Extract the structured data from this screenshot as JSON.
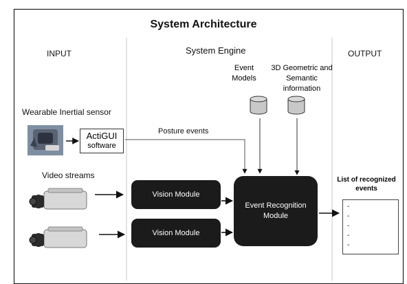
{
  "title": "System Architecture",
  "columns": {
    "input": "INPUT",
    "engine": "System Engine",
    "output": "OUTPUT"
  },
  "inputs": {
    "sensor_label": "Wearable Inertial sensor",
    "actigui_line1": "ActiGUI",
    "actigui_line2": "software",
    "video_label": "Video streams"
  },
  "engine": {
    "posture_label": "Posture events",
    "event_models_line1": "Event",
    "event_models_line2": "Models",
    "geo_line1": "3D Geometric and",
    "geo_line2": "Semantic",
    "geo_line3": "information",
    "vision_module_1": "Vision Module",
    "vision_module_2": "Vision Module",
    "event_recognition_line1": "Event Recognition",
    "event_recognition_line2": "Module"
  },
  "output": {
    "list_title_line1": "List of recognized",
    "list_title_line2": "events",
    "list_items": [
      "-",
      "-",
      "-",
      "-",
      "-"
    ]
  },
  "colors": {
    "module_fill": "#1b1b1b",
    "database_fill": "#c8c8c8",
    "arrow": "#111111",
    "divider": "#c9c9c9"
  }
}
